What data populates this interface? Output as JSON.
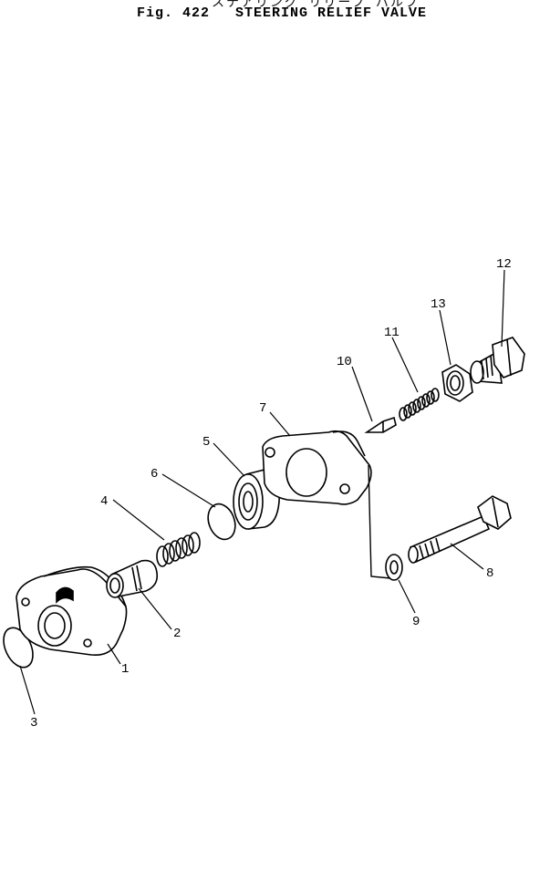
{
  "header": {
    "japanese_title": "ステアリング リリーフ バルブ",
    "figure_label": "Fig. 422",
    "title": "STEERING RELIEF VALVE"
  },
  "parts": [
    {
      "callout": "1"
    },
    {
      "callout": "2"
    },
    {
      "callout": "3"
    },
    {
      "callout": "4"
    },
    {
      "callout": "5"
    },
    {
      "callout": "6"
    },
    {
      "callout": "7"
    },
    {
      "callout": "8"
    },
    {
      "callout": "9"
    },
    {
      "callout": "10"
    },
    {
      "callout": "11"
    },
    {
      "callout": "12"
    },
    {
      "callout": "13"
    }
  ]
}
